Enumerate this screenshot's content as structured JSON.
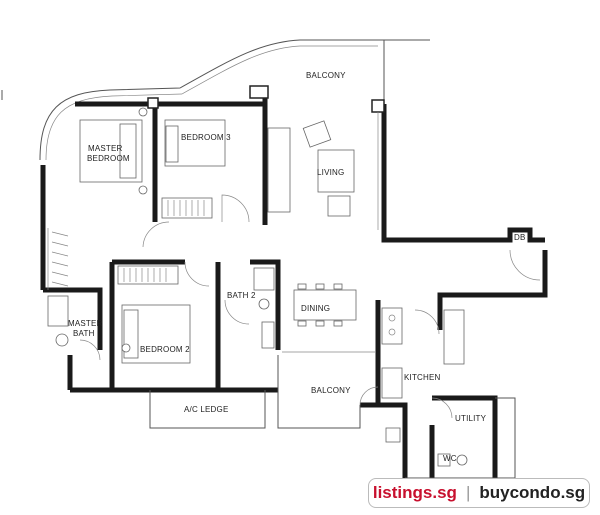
{
  "rooms": {
    "balcony_top": "BALCONY",
    "master_bedroom_1": "MASTER",
    "master_bedroom_2": "BEDROOM",
    "bedroom3": "BEDROOM 3",
    "living": "LIVING",
    "db": "DB",
    "bath2": "BATH 2",
    "dining": "DINING",
    "master_bath_1": "MASTER",
    "master_bath_2": "BATH",
    "bedroom2": "BEDROOM 2",
    "kitchen": "KITCHEN",
    "balcony_bottom": "BALCONY",
    "ac_ledge": "A/C LEDGE",
    "utility": "UTILITY",
    "wc": "WC"
  },
  "watermark": {
    "left": "listings.sg",
    "separator": "|",
    "right": "buycondo.sg"
  }
}
